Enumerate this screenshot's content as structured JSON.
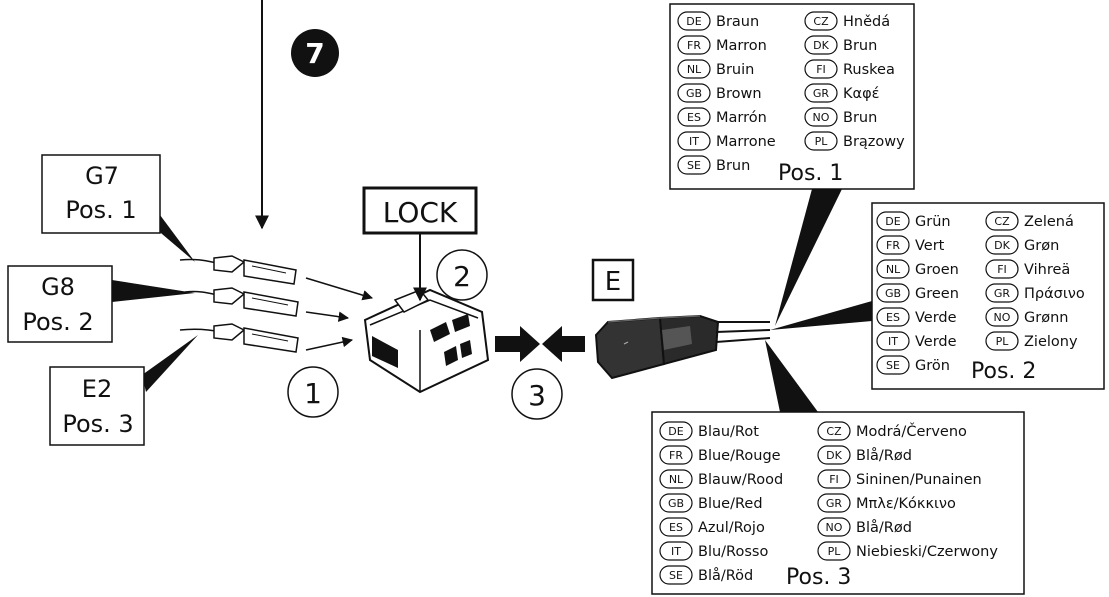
{
  "callouts": {
    "step7": "7",
    "step1": "1",
    "step2": "2",
    "step3": "3",
    "lock": "LOCK",
    "plug": "E"
  },
  "wire_labels": [
    {
      "line1": "G7",
      "line2": "Pos. 1"
    },
    {
      "line1": "G8",
      "line2": "Pos. 2"
    },
    {
      "line1": "E2",
      "line2": "Pos. 3"
    }
  ],
  "color_tables": [
    {
      "position": "Pos. 1",
      "left": [
        {
          "code": "DE",
          "name": "Braun"
        },
        {
          "code": "FR",
          "name": "Marron"
        },
        {
          "code": "NL",
          "name": "Bruin"
        },
        {
          "code": "GB",
          "name": "Brown"
        },
        {
          "code": "ES",
          "name": "Marrón"
        },
        {
          "code": "IT",
          "name": "Marrone"
        },
        {
          "code": "SE",
          "name": "Brun"
        }
      ],
      "right": [
        {
          "code": "CZ",
          "name": "Hnědá"
        },
        {
          "code": "DK",
          "name": "Brun"
        },
        {
          "code": "FI",
          "name": "Ruskea"
        },
        {
          "code": "GR",
          "name": "Καφέ"
        },
        {
          "code": "NO",
          "name": "Brun"
        },
        {
          "code": "PL",
          "name": "Brązowy"
        }
      ]
    },
    {
      "position": "Pos. 2",
      "left": [
        {
          "code": "DE",
          "name": "Grün"
        },
        {
          "code": "FR",
          "name": "Vert"
        },
        {
          "code": "NL",
          "name": "Groen"
        },
        {
          "code": "GB",
          "name": "Green"
        },
        {
          "code": "ES",
          "name": "Verde"
        },
        {
          "code": "IT",
          "name": "Verde"
        },
        {
          "code": "SE",
          "name": "Grön"
        }
      ],
      "right": [
        {
          "code": "CZ",
          "name": "Zelená"
        },
        {
          "code": "DK",
          "name": "Grøn"
        },
        {
          "code": "FI",
          "name": "Vihreä"
        },
        {
          "code": "GR",
          "name": "Πράσινο"
        },
        {
          "code": "NO",
          "name": "Grønn"
        },
        {
          "code": "PL",
          "name": "Zielony"
        }
      ]
    },
    {
      "position": "Pos. 3",
      "left": [
        {
          "code": "DE",
          "name": "Blau/Rot"
        },
        {
          "code": "FR",
          "name": "Blue/Rouge"
        },
        {
          "code": "NL",
          "name": "Blauw/Rood"
        },
        {
          "code": "GB",
          "name": "Blue/Red"
        },
        {
          "code": "ES",
          "name": "Azul/Rojo"
        },
        {
          "code": "IT",
          "name": "Blu/Rosso"
        },
        {
          "code": "SE",
          "name": "Blå/Röd"
        }
      ],
      "right": [
        {
          "code": "CZ",
          "name": "Modrá/Červeno"
        },
        {
          "code": "DK",
          "name": "Blå/Rød"
        },
        {
          "code": "FI",
          "name": "Sininen/Punainen"
        },
        {
          "code": "GR",
          "name": "Μπλε/Κόκκινο"
        },
        {
          "code": "NO",
          "name": "Blå/Rød"
        },
        {
          "code": "PL",
          "name": "Niebieski/Czerwony"
        }
      ]
    }
  ]
}
